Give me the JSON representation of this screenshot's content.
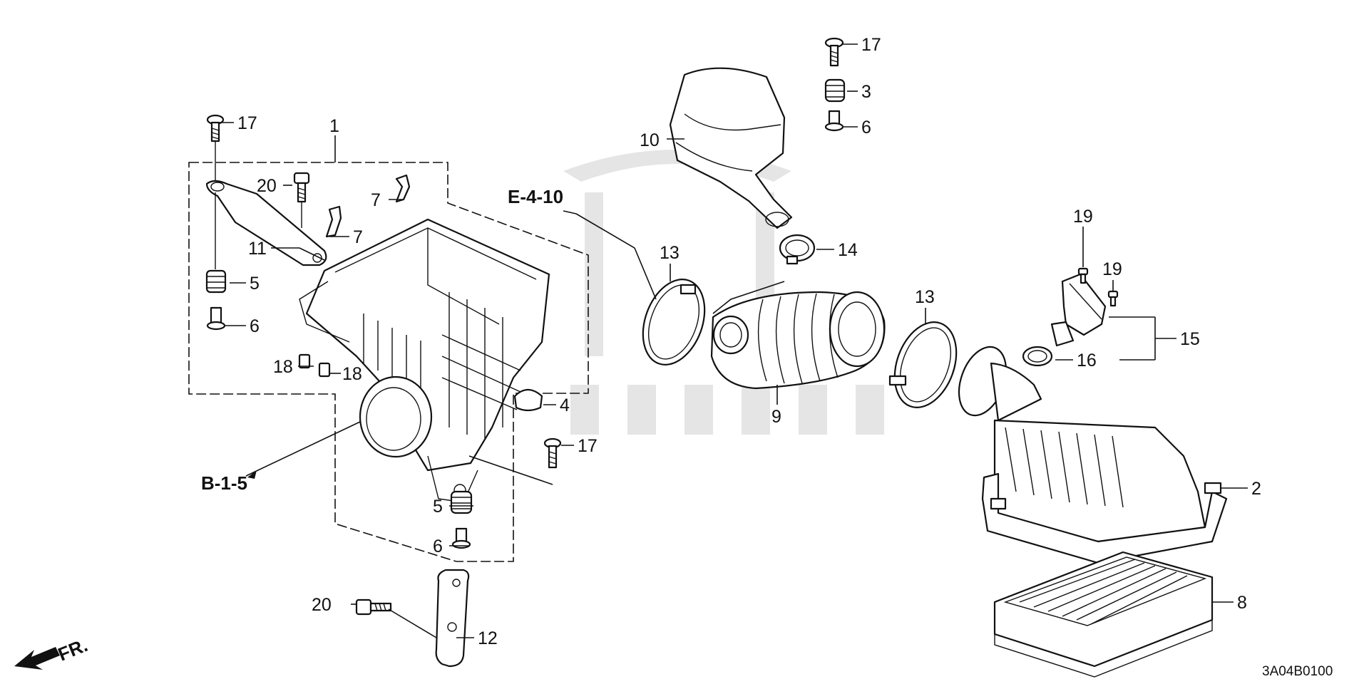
{
  "diagram": {
    "drawing_code": "3A04B0100",
    "front_indicator": "FR.",
    "references": [
      "E-4-10",
      "B-1-5"
    ],
    "callouts": [
      {
        "id": "c1",
        "text": "1"
      },
      {
        "id": "c2",
        "text": "2"
      },
      {
        "id": "c3",
        "text": "3"
      },
      {
        "id": "c4",
        "text": "4"
      },
      {
        "id": "c5a",
        "text": "5"
      },
      {
        "id": "c5b",
        "text": "5"
      },
      {
        "id": "c6a",
        "text": "6"
      },
      {
        "id": "c6b",
        "text": "6"
      },
      {
        "id": "c6c",
        "text": "6"
      },
      {
        "id": "c7a",
        "text": "7"
      },
      {
        "id": "c7b",
        "text": "7"
      },
      {
        "id": "c8",
        "text": "8"
      },
      {
        "id": "c9",
        "text": "9"
      },
      {
        "id": "c10",
        "text": "10"
      },
      {
        "id": "c11",
        "text": "11"
      },
      {
        "id": "c12",
        "text": "12"
      },
      {
        "id": "c13a",
        "text": "13"
      },
      {
        "id": "c13b",
        "text": "13"
      },
      {
        "id": "c14",
        "text": "14"
      },
      {
        "id": "c15",
        "text": "15"
      },
      {
        "id": "c16",
        "text": "16"
      },
      {
        "id": "c17a",
        "text": "17"
      },
      {
        "id": "c17b",
        "text": "17"
      },
      {
        "id": "c17c",
        "text": "17"
      },
      {
        "id": "c18a",
        "text": "18"
      },
      {
        "id": "c18b",
        "text": "18"
      },
      {
        "id": "c19a",
        "text": "19"
      },
      {
        "id": "c19b",
        "text": "19"
      },
      {
        "id": "c20a",
        "text": "20"
      },
      {
        "id": "c20b",
        "text": "20"
      }
    ]
  }
}
